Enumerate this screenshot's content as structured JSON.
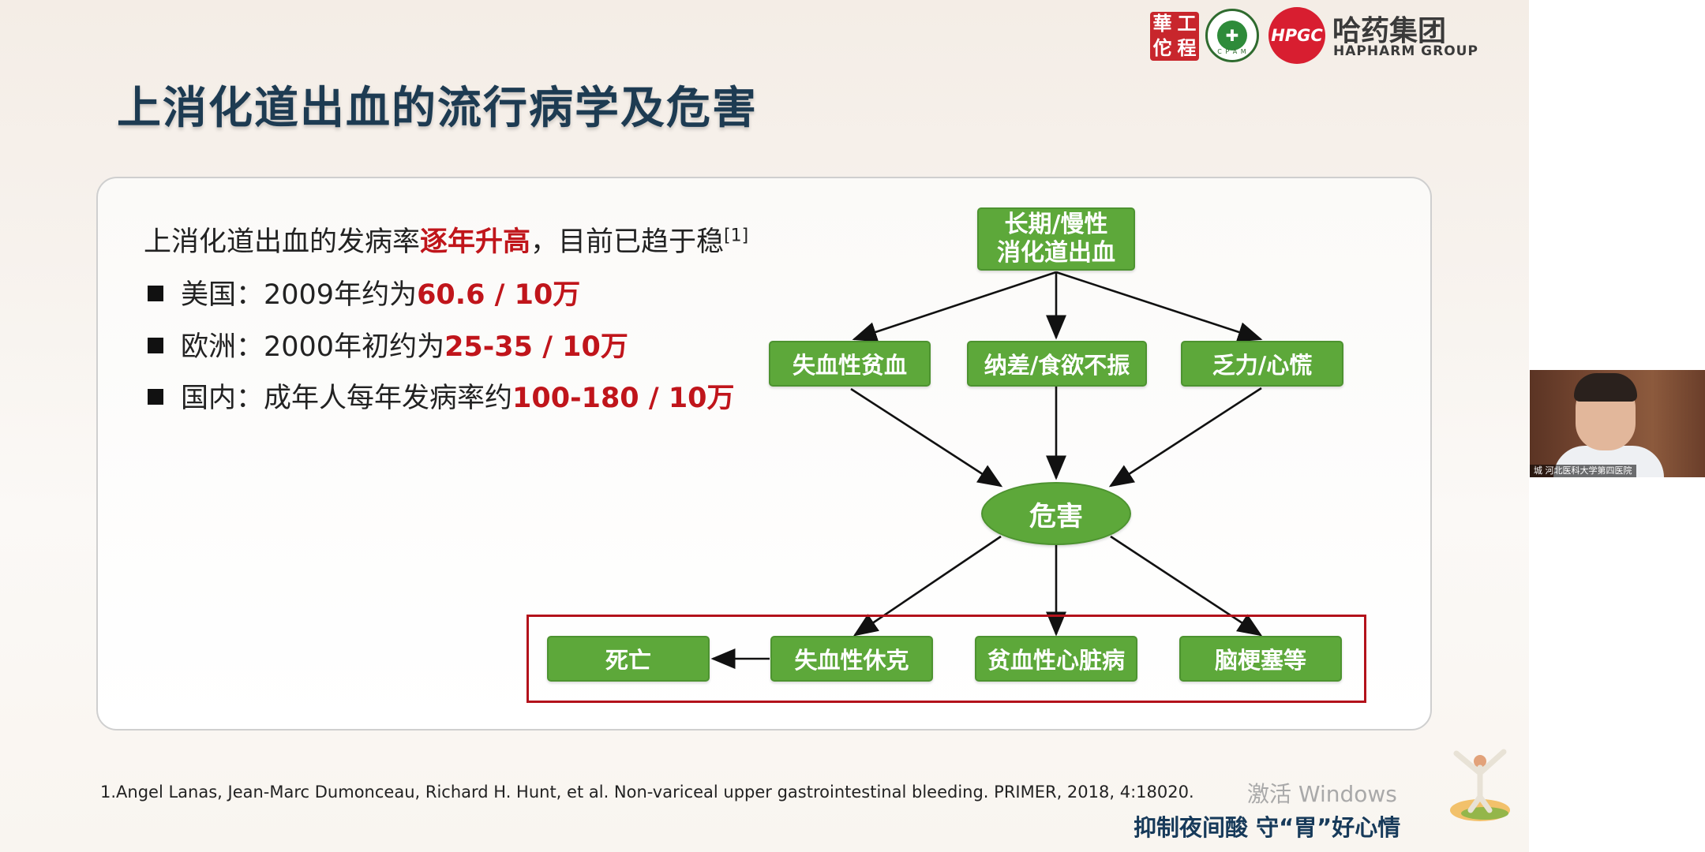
{
  "slide": {
    "title": "上消化道出血的流行病学及危害",
    "logos": {
      "seal_chars": [
        "華",
        "工",
        "佗",
        "程"
      ],
      "cpam_text": "C P A M",
      "hpgc_text": "HPGC",
      "brand_cn": "哈药集团",
      "brand_en": "HAPHARM GROUP"
    },
    "intro": {
      "prefix": "上消化道出血的发病率",
      "highlight": "逐年升高",
      "suffix": "，目前已趋于稳",
      "ref": "[1]"
    },
    "bullets": [
      {
        "label": "美国：2009年约为",
        "value": "60.6 / 10万"
      },
      {
        "label": "欧洲：2000年初约为",
        "value": "25-35 / 10万"
      },
      {
        "label": "国内：成年人每年发病率约",
        "value": "100-180 / 10万"
      }
    ],
    "diagram": {
      "root": "长期/慢性\n消化道出血",
      "middle": [
        "失血性贫血",
        "纳差/食欲不振",
        "乏力/心慌"
      ],
      "center": "危害",
      "outcomes": [
        "死亡",
        "失血性休克",
        "贫血性心脏病",
        "脑梗塞等"
      ]
    },
    "footnote": "1.Angel Lanas, Jean-Marc Dumonceau, Richard H. Hunt, et al. Non-variceal upper gastrointestinal bleeding. PRIMER, 2018, 4:18020.",
    "watermark": "激活 Windows",
    "slogan": "抑制夜间酸 守“胃”好心情"
  },
  "webcam": {
    "label": "城 河北医科大学第四医院"
  },
  "colors": {
    "title": "#1d3b52",
    "accent_red": "#c0151b",
    "box_green": "#5da83a",
    "frame_red": "#b3121b"
  }
}
